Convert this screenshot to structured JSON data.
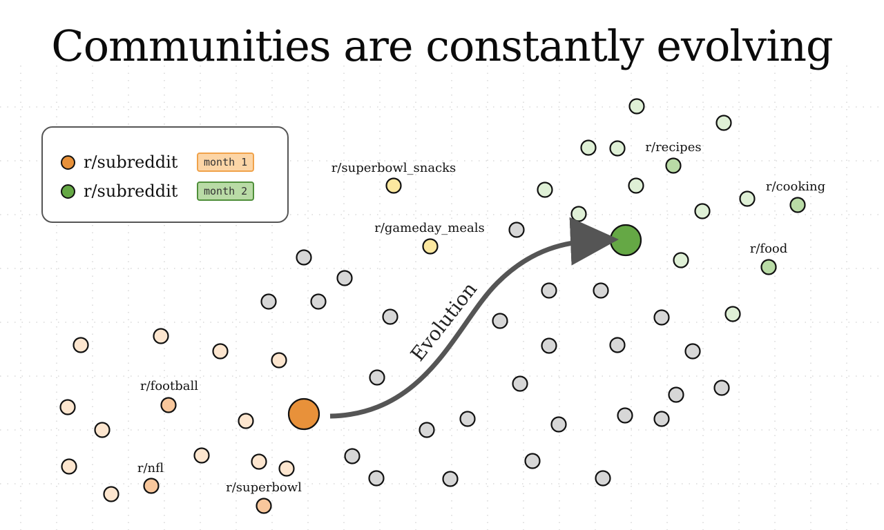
{
  "title": "Communities are constantly evolving",
  "legend": {
    "items": [
      {
        "name": "r/subreddit",
        "badge": "month 1",
        "dot_color": "#e8913a",
        "badge_bg": "#fcd5a6",
        "badge_border": "#f0a24a"
      },
      {
        "name": "r/subreddit",
        "badge": "month 2",
        "dot_color": "#65a845",
        "badge_bg": "#b9dba6",
        "badge_border": "#4f8f3a"
      }
    ]
  },
  "colors": {
    "month1_light": "#fde6cf",
    "month1_mid": "#f8c79c",
    "transition": "#fce8a0",
    "gray": "#d7d7d7",
    "month2_light": "#dff0d6",
    "month2_mid": "#b9dba6",
    "arrow": "#555555"
  },
  "arrow_label": "Evolution",
  "source_community": {
    "color": "#e8913a"
  },
  "target_community": {
    "color": "#65a845"
  },
  "labels": {
    "football": "r/football",
    "nfl": "r/nfl",
    "superbowl": "r/superbowl",
    "superbowl_snacks": "r/superbowl_snacks",
    "gameday_meals": "r/gameday_meals",
    "recipes": "r/recipes",
    "cooking": "r/cooking",
    "food": "r/food"
  }
}
